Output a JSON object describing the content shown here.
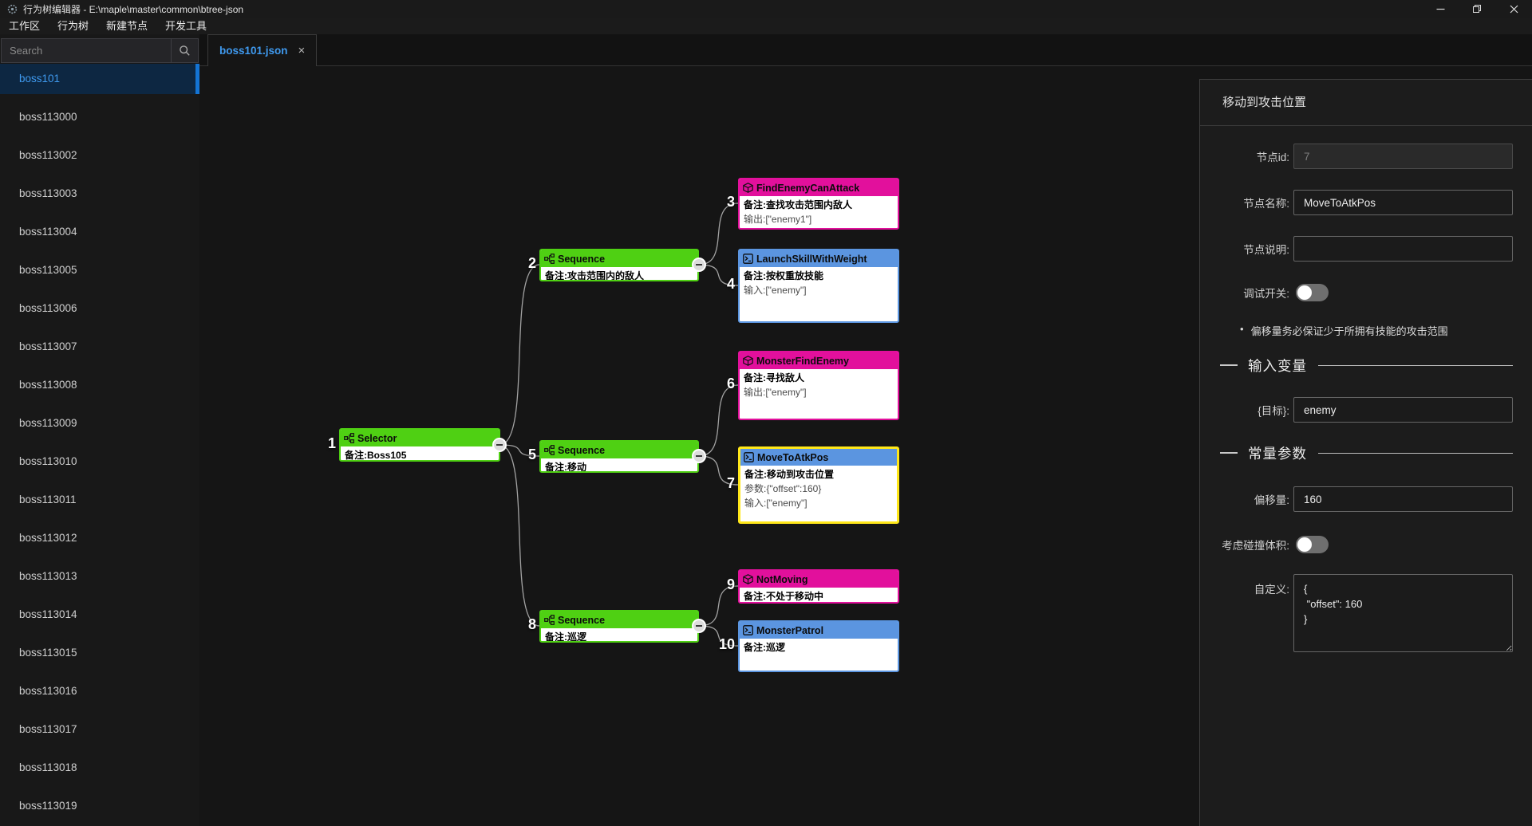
{
  "window": {
    "title": "行为树编辑器 - E:\\maple\\master\\common\\btree-json"
  },
  "menu": {
    "items": [
      "工作区",
      "行为树",
      "新建节点",
      "开发工具"
    ]
  },
  "sidebar": {
    "search_placeholder": "Search",
    "items": [
      "boss101",
      "boss113000",
      "boss113002",
      "boss113003",
      "boss113004",
      "boss113005",
      "boss113006",
      "boss113007",
      "boss113008",
      "boss113009",
      "boss113010",
      "boss113011",
      "boss113012",
      "boss113013",
      "boss113014",
      "boss113015",
      "boss113016",
      "boss113017",
      "boss113018",
      "boss113019"
    ]
  },
  "tabs": [
    {
      "label": "boss101.json",
      "close": "×"
    }
  ],
  "colors": {
    "composite": "#4fd013",
    "condition": "#e2109c",
    "action": "#5b95e0",
    "selected_outline": "#ffe719",
    "accent_blue": "#3f9af0"
  },
  "tree": {
    "nodes": [
      {
        "id": "1",
        "name": "Selector",
        "type": "composite",
        "rows": [
          "备注:Boss105"
        ]
      },
      {
        "id": "2",
        "name": "Sequence",
        "type": "composite",
        "rows": [
          "备注:攻击范围内的敌人"
        ]
      },
      {
        "id": "3",
        "name": "FindEnemyCanAttack",
        "type": "condition",
        "rows": [
          "备注:查找攻击范围内敌人",
          "输出:[\"enemy1\"]"
        ]
      },
      {
        "id": "4",
        "name": "LaunchSkillWithWeight",
        "type": "action",
        "rows": [
          "备注:按权重放技能",
          "输入:[\"enemy\"]"
        ]
      },
      {
        "id": "5",
        "name": "Sequence",
        "type": "composite",
        "rows": [
          "备注:移动"
        ]
      },
      {
        "id": "6",
        "name": "MonsterFindEnemy",
        "type": "condition",
        "rows": [
          "备注:寻找敌人",
          "输出:[\"enemy\"]"
        ]
      },
      {
        "id": "7",
        "name": "MoveToAtkPos",
        "type": "action",
        "rows": [
          "备注:移动到攻击位置",
          "参数:{\"offset\":160}",
          "输入:[\"enemy\"]"
        ],
        "selected": true
      },
      {
        "id": "8",
        "name": "Sequence",
        "type": "composite",
        "rows": [
          "备注:巡逻"
        ]
      },
      {
        "id": "9",
        "name": "NotMoving",
        "type": "condition",
        "rows": [
          "备注:不处于移动中"
        ]
      },
      {
        "id": "10",
        "name": "MonsterPatrol",
        "type": "action",
        "rows": [
          "备注:巡逻"
        ]
      }
    ]
  },
  "panel": {
    "title": "移动到攻击位置",
    "node_id": {
      "label": "节点id:",
      "value": "7"
    },
    "node_name": {
      "label": "节点名称:",
      "value": "MoveToAtkPos"
    },
    "node_desc": {
      "label": "节点说明:",
      "value": ""
    },
    "debug": {
      "label": "调试开关:",
      "state": "off"
    },
    "note": "偏移量务必保证少于所拥有技能的攻击范围",
    "section_input": "输入变量",
    "target": {
      "label": "{目标}:",
      "value": "enemy"
    },
    "section_const": "常量参数",
    "offset": {
      "label": "偏移量:",
      "value": "160"
    },
    "collision": {
      "label": "考虑碰撞体积:",
      "state": "off"
    },
    "custom": {
      "label": "自定义:",
      "value": "{\n \"offset\": 160\n}"
    }
  }
}
